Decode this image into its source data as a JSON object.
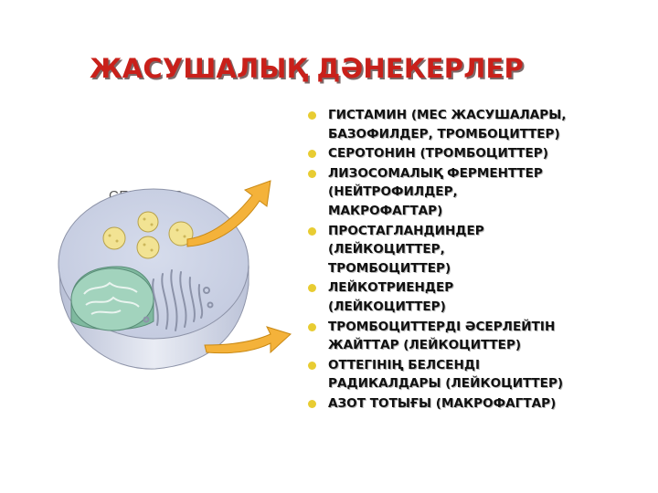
{
  "title": "ЖАСУШАЛЫҚ ДӘНЕКЕРЛЕР",
  "figure": {
    "label": "CELLULAR",
    "colors": {
      "cell_fill": "#e4e8f1",
      "cell_inner": "#cdd4e6",
      "nucleus": "#95c8b2",
      "vesicle": "#f2e393",
      "arrow": "#f4b23a"
    }
  },
  "colors": {
    "title": "#c9201a",
    "bullet": "#e8cc32",
    "text": "#111111"
  },
  "bullets": [
    "ГИСТАМИН (МЕС ЖАСУШАЛАРЫ,\nБАЗОФИЛДЕР, ТРОМБОЦИТТЕР)",
    "СЕРОТОНИН (ТРОМБОЦИТТЕР)",
    "ЛИЗОСОМАЛЫҚ ФЕРМЕНТТЕР\n(НЕЙТРОФИЛДЕР,\nМАКРОФАГТАР)",
    "ПРОСТАГЛАНДИНДЕР\n(ЛЕЙКОЦИТТЕР,\nТРОМБОЦИТТЕР)",
    "ЛЕЙКОТРИЕНДЕР\n(ЛЕЙКОЦИТТЕР)",
    "ТРОМБОЦИТТЕРДІ ӘСЕРЛЕЙТІН\nЖАЙТТАР (ЛЕЙКОЦИТТЕР)",
    "ОТТЕГІНІҢ БЕЛСЕНДІ\nРАДИКАЛДАРЫ (ЛЕЙКОЦИТТЕР)",
    "АЗОТ ТОТЫҒЫ (МАКРОФАГТАР)"
  ]
}
